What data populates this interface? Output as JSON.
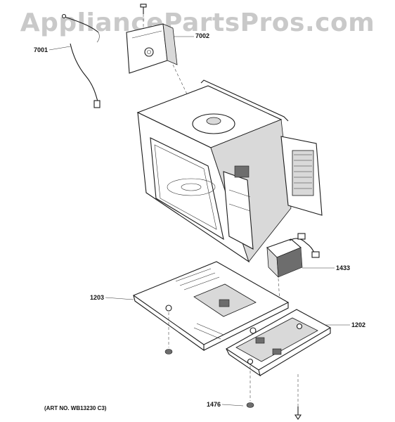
{
  "watermark": "AppliancePartsPros.com",
  "art_number": "(ART NO. WB13230 C3)",
  "callouts": {
    "harness": "7001",
    "bracket": "7002",
    "transformer": "1433",
    "base_plate": "1203",
    "cover": "1202",
    "foot": "1476"
  }
}
